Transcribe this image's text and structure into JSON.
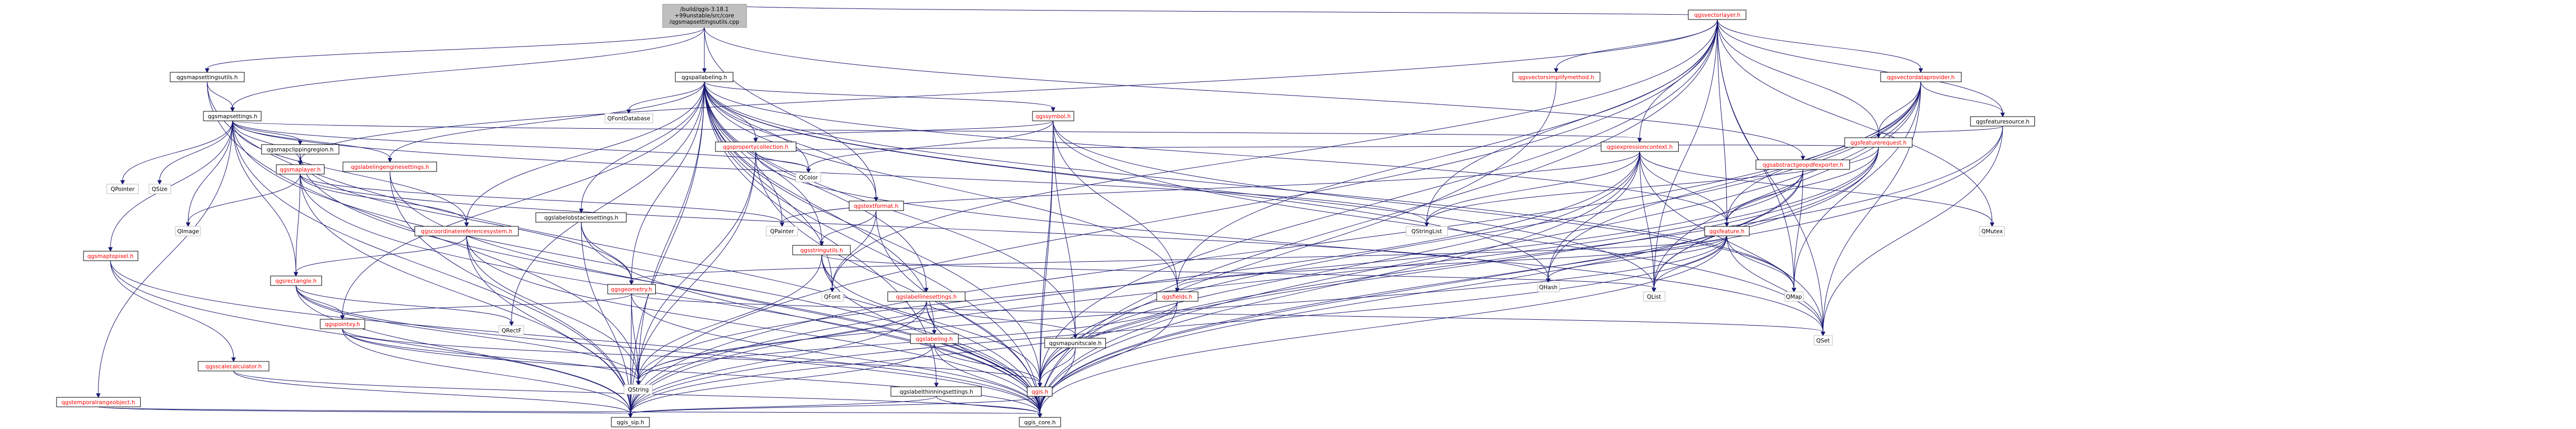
{
  "graph": {
    "title": "Include dependency graph",
    "colors": {
      "edge": "#191970",
      "node_border": "#000000",
      "node_fill": "#ffffff",
      "root_border": "#999999",
      "root_fill": "#bfbfbf",
      "doc_text": "#000000",
      "doc_text_linked": "#ff0000",
      "system_text": "#000000",
      "system_border": "#bfbfbf"
    },
    "nodes": [
      {
        "id": "root",
        "label": "/build/qgis-3.18.1+99unstable/src/core/qgsmapsettingsutils.cpp",
        "lines": [
          "/build/qgis-3.18.1",
          "+99unstable/src/core",
          "/qgsmapsettingsutils.cpp"
        ],
        "kind": "root"
      },
      {
        "id": "qgsmapsettingsutils",
        "label": "qgsmapsettingsutils.h",
        "kind": "doc"
      },
      {
        "id": "qgsmapsettings",
        "label": "qgsmapsettings.h",
        "kind": "doc"
      },
      {
        "id": "qgspallabeling",
        "label": "qgspallabeling.h",
        "kind": "doc"
      },
      {
        "id": "qgstextformat",
        "label": "qgstextformat.h",
        "kind": "doc-red"
      },
      {
        "id": "qgsvectorlayer",
        "label": "qgsvectorlayer.h",
        "kind": "doc-red"
      },
      {
        "id": "qgsabstractgeopdfexporter",
        "label": "qgsabstractgeopdfexporter.h",
        "kind": "doc-red"
      },
      {
        "id": "qgsvectorsimplifymethod",
        "label": "qgsvectorsimplifymethod.h",
        "kind": "doc-red"
      },
      {
        "id": "qgsvectordataprovider",
        "label": "qgsvectordataprovider.h",
        "kind": "doc-red"
      },
      {
        "id": "qgsfeaturesource",
        "label": "qgsfeaturesource.h",
        "kind": "doc"
      },
      {
        "id": "qgsfeaturerequest",
        "label": "qgsfeaturerequest.h",
        "kind": "doc-red"
      },
      {
        "id": "qgsexpressioncontext",
        "label": "qgsexpressioncontext.h",
        "kind": "doc-red"
      },
      {
        "id": "qgsfeature",
        "label": "qgsfeature.h",
        "kind": "doc-red"
      },
      {
        "id": "qgssymbol",
        "label": "qgssymbol.h",
        "kind": "doc-red"
      },
      {
        "id": "qgspropertycollection",
        "label": "qgspropertycollection.h",
        "kind": "doc-red"
      },
      {
        "id": "qgslabelobstaclesettings",
        "label": "qgslabelobstaclesettings.h",
        "kind": "doc"
      },
      {
        "id": "qgsstringutils",
        "label": "qgsstringutils.h",
        "kind": "doc-red"
      },
      {
        "id": "qgslabellinesettings",
        "label": "qgslabellinesettings.h",
        "kind": "doc-red"
      },
      {
        "id": "qgslabeling",
        "label": "qgslabeling.h",
        "kind": "doc-red"
      },
      {
        "id": "qgsmapunitscale",
        "label": "qgsmapunitscale.h",
        "kind": "doc"
      },
      {
        "id": "qgslabelthinningsettings",
        "label": "qgslabelthinningsettings.h",
        "kind": "doc"
      },
      {
        "id": "qgsfields",
        "label": "qgsfields.h",
        "kind": "doc-red"
      },
      {
        "id": "qgsgeometry",
        "label": "qgsgeometry.h",
        "kind": "doc-red"
      },
      {
        "id": "qgspointxy",
        "label": "qgspointxy.h",
        "kind": "doc-red"
      },
      {
        "id": "qgsrectangle",
        "label": "qgsrectangle.h",
        "kind": "doc-red"
      },
      {
        "id": "qgscoordinatereferencesystem",
        "label": "qgscoordinatereferencesystem.h",
        "kind": "doc-red"
      },
      {
        "id": "qgsmapclippingregion",
        "label": "qgsmapclippingregion.h",
        "kind": "doc"
      },
      {
        "id": "qgsmaplayer",
        "label": "qgsmaplayer.h",
        "kind": "doc-red"
      },
      {
        "id": "qgslabelingenginesettings",
        "label": "qgslabelingenginesettings.h",
        "kind": "doc-red"
      },
      {
        "id": "qgsmaptopixel",
        "label": "qgsmaptopixel.h",
        "kind": "doc-red"
      },
      {
        "id": "qgsscalecalculator",
        "label": "qgsscalecalculator.h",
        "kind": "doc-red"
      },
      {
        "id": "qgstemporalrangeobject",
        "label": "qgstemporalrangeobject.h",
        "kind": "doc-red"
      },
      {
        "id": "qgis",
        "label": "qgis.h",
        "kind": "doc-red"
      },
      {
        "id": "qgis_core",
        "label": "qgis_core.h",
        "kind": "doc"
      },
      {
        "id": "qgis_sip",
        "label": "qgis_sip.h",
        "kind": "doc"
      },
      {
        "id": "QFontDatabase",
        "label": "QFontDatabase",
        "kind": "sys"
      },
      {
        "id": "QColor",
        "label": "QColor",
        "kind": "sys"
      },
      {
        "id": "QPainter",
        "label": "QPainter",
        "kind": "sys"
      },
      {
        "id": "QPointer",
        "label": "QPointer",
        "kind": "sys"
      },
      {
        "id": "QSize",
        "label": "QSize",
        "kind": "sys"
      },
      {
        "id": "QImage",
        "label": "QImage",
        "kind": "sys"
      },
      {
        "id": "QStringList",
        "label": "QStringList",
        "kind": "sys"
      },
      {
        "id": "QMutex",
        "label": "QMutex",
        "kind": "sys"
      },
      {
        "id": "QHash",
        "label": "QHash",
        "kind": "sys"
      },
      {
        "id": "QList",
        "label": "QList",
        "kind": "sys"
      },
      {
        "id": "QMap",
        "label": "QMap",
        "kind": "sys"
      },
      {
        "id": "QSet",
        "label": "QSet",
        "kind": "sys"
      },
      {
        "id": "QFont",
        "label": "QFont",
        "kind": "sys"
      },
      {
        "id": "QRectF",
        "label": "QRectF",
        "kind": "sys"
      },
      {
        "id": "QString",
        "label": "QString",
        "kind": "sys"
      }
    ],
    "edges": [
      [
        "root",
        "qgsmapsettingsutils"
      ],
      [
        "root",
        "qgsmapsettings"
      ],
      [
        "root",
        "qgspallabeling"
      ],
      [
        "root",
        "qgstextformat"
      ],
      [
        "root",
        "qgsvectorlayer"
      ],
      [
        "root",
        "qgsabstractgeopdfexporter"
      ],
      [
        "qgsmapsettingsutils",
        "qgsmapsettings"
      ],
      [
        "qgsmapsettingsutils",
        "qgis_core"
      ],
      [
        "qgsmapsettingsutils",
        "QString"
      ],
      [
        "qgsmapsettings",
        "QPointer"
      ],
      [
        "qgsmapsettings",
        "QSize"
      ],
      [
        "qgsmapsettings",
        "QImage"
      ],
      [
        "qgsmapsettings",
        "QColor"
      ],
      [
        "qgsmapsettings",
        "qgsmapclippingregion"
      ],
      [
        "qgsmapsettings",
        "qgsmaplayer"
      ],
      [
        "qgsmapsettings",
        "qgslabelingenginesettings"
      ],
      [
        "qgsmapsettings",
        "qgsmaptopixel"
      ],
      [
        "qgsmapsettings",
        "qgscoordinatereferencesystem"
      ],
      [
        "qgsmapsettings",
        "qgsrectangle"
      ],
      [
        "qgsmapsettings",
        "qgstemporalrangeobject"
      ],
      [
        "qgsmapsettings",
        "qgsexpressioncontext"
      ],
      [
        "qgsmapsettings",
        "qgis_core"
      ],
      [
        "qgsmapsettings",
        "qgis_sip"
      ],
      [
        "qgsmapsettings",
        "QStringList"
      ],
      [
        "qgsmapclippingregion",
        "qgsmaplayer"
      ],
      [
        "qgsmapclippingregion",
        "qgsgeometry"
      ],
      [
        "qgsmapclippingregion",
        "qgis_core"
      ],
      [
        "qgsmaplayer",
        "QImage"
      ],
      [
        "qgsmaplayer",
        "QPainter"
      ],
      [
        "qgsmaplayer",
        "qgsrectangle"
      ],
      [
        "qgsmaplayer",
        "qgscoordinatereferencesystem"
      ],
      [
        "qgsmaplayer",
        "qgis_core"
      ],
      [
        "qgsmaplayer",
        "qgis_sip"
      ],
      [
        "qgsmaplayer",
        "QHash"
      ],
      [
        "qgslabelingenginesettings",
        "qgis_core"
      ],
      [
        "qgslabelingenginesettings",
        "qgis_sip"
      ],
      [
        "qgsmaptopixel",
        "qgsscalecalculator"
      ],
      [
        "qgsmaptopixel",
        "qgis_core"
      ],
      [
        "qgsmaptopixel",
        "qgis_sip"
      ],
      [
        "qgsscalecalculator",
        "qgis_core"
      ],
      [
        "qgsscalecalculator",
        "qgis_sip"
      ],
      [
        "qgstemporalrangeobject",
        "qgis_core"
      ],
      [
        "qgstemporalrangeobject",
        "qgis_sip"
      ],
      [
        "qgscoordinatereferencesystem",
        "qgsrectangle"
      ],
      [
        "qgscoordinatereferencesystem",
        "qgis_core"
      ],
      [
        "qgscoordinatereferencesystem",
        "qgis_sip"
      ],
      [
        "qgscoordinatereferencesystem",
        "QString"
      ],
      [
        "qgsrectangle",
        "qgspointxy"
      ],
      [
        "qgsrectangle",
        "QRectF"
      ],
      [
        "qgsrectangle",
        "qgis_core"
      ],
      [
        "qgsrectangle",
        "qgis_sip"
      ],
      [
        "qgsrectangle",
        "QString"
      ],
      [
        "qgspointxy",
        "qgis_core"
      ],
      [
        "qgspointxy",
        "qgis_sip"
      ],
      [
        "qgspointxy",
        "QString"
      ],
      [
        "qgspointxy",
        "qgis"
      ],
      [
        "qgspallabeling",
        "QFontDatabase"
      ],
      [
        "qgspallabeling",
        "QColor"
      ],
      [
        "qgspallabeling",
        "QPainter"
      ],
      [
        "qgspallabeling",
        "qgspropertycollection"
      ],
      [
        "qgspallabeling",
        "qgssymbol"
      ],
      [
        "qgspallabeling",
        "qgstextformat"
      ],
      [
        "qgspallabeling",
        "qgslabelobstaclesettings"
      ],
      [
        "qgspallabeling",
        "qgsstringutils"
      ],
      [
        "qgspallabeling",
        "qgslabellinesettings"
      ],
      [
        "qgspallabeling",
        "qgslabelthinningsettings"
      ],
      [
        "qgspallabeling",
        "qgslabeling"
      ],
      [
        "qgspallabeling",
        "qgsgeometry"
      ],
      [
        "qgspallabeling",
        "qgsmapunitscale"
      ],
      [
        "qgspallabeling",
        "qgsfields"
      ],
      [
        "qgspallabeling",
        "qgsfeature"
      ],
      [
        "qgspallabeling",
        "qgslabelingenginesettings"
      ],
      [
        "qgspallabeling",
        "QFont"
      ],
      [
        "qgspallabeling",
        "QRectF"
      ],
      [
        "qgspallabeling",
        "QHash"
      ],
      [
        "qgspallabeling",
        "QList"
      ],
      [
        "qgspallabeling",
        "QMap"
      ],
      [
        "qgspallabeling",
        "qgis_core"
      ],
      [
        "qgspallabeling",
        "qgis_sip"
      ],
      [
        "qgspallabeling",
        "QString"
      ],
      [
        "qgspallabeling",
        "qgspointxy"
      ],
      [
        "qgspallabeling",
        "qgscoordinatereferencesystem"
      ],
      [
        "qgspallabeling",
        "qgis"
      ],
      [
        "qgssymbol",
        "qgspropertycollection"
      ],
      [
        "qgssymbol",
        "QColor"
      ],
      [
        "qgssymbol",
        "qgsmapunitscale"
      ],
      [
        "qgssymbol",
        "qgsfields"
      ],
      [
        "qgssymbol",
        "qgis_core"
      ],
      [
        "qgssymbol",
        "qgis"
      ],
      [
        "qgssymbol",
        "QSet"
      ],
      [
        "qgssymbol",
        "QMap"
      ],
      [
        "qgspropertycollection",
        "qgsexpressioncontext"
      ],
      [
        "qgspropertycollection",
        "QColor"
      ],
      [
        "qgspropertycollection",
        "qgis_core"
      ],
      [
        "qgspropertycollection",
        "qgis_sip"
      ],
      [
        "qgspropertycollection",
        "QString"
      ],
      [
        "qgspropertycollection",
        "QSet"
      ],
      [
        "qgstextformat",
        "qgsstringutils"
      ],
      [
        "qgstextformat",
        "qgis_core"
      ],
      [
        "qgstextformat",
        "QFont"
      ],
      [
        "qgslabelobstaclesettings",
        "qgsgeometry"
      ],
      [
        "qgslabelobstaclesettings",
        "qgis_core"
      ],
      [
        "qgslabelobstaclesettings",
        "qgis_sip"
      ],
      [
        "qgsstringutils",
        "QString"
      ],
      [
        "qgsstringutils",
        "QFont"
      ],
      [
        "qgsstringutils",
        "QList"
      ],
      [
        "qgsstringutils",
        "qgis_core"
      ],
      [
        "qgsstringutils",
        "qgis"
      ],
      [
        "qgslabellinesettings",
        "qgslabeling"
      ],
      [
        "qgslabellinesettings",
        "qgsmapunitscale"
      ],
      [
        "qgslabellinesettings",
        "qgis_core"
      ],
      [
        "qgslabellinesettings",
        "qgis_sip"
      ],
      [
        "qgslabellinesettings",
        "QString"
      ],
      [
        "qgslabeling",
        "qgis"
      ],
      [
        "qgslabeling",
        "qgis_core"
      ],
      [
        "qgslabeling",
        "qgis_sip"
      ],
      [
        "qgsmapunitscale",
        "qgis_core"
      ],
      [
        "qgsmapunitscale",
        "qgis"
      ],
      [
        "qgslabelthinningsettings",
        "qgis_core"
      ],
      [
        "qgslabelthinningsettings",
        "qgis_sip"
      ],
      [
        "qgsgeometry",
        "qgspointxy"
      ],
      [
        "qgsgeometry",
        "qgis_core"
      ],
      [
        "qgsgeometry",
        "qgis_sip"
      ],
      [
        "qgsgeometry",
        "QString"
      ],
      [
        "qgsgeometry",
        "QSet"
      ],
      [
        "qgsfields",
        "qgis_core"
      ],
      [
        "qgsfields",
        "qgis_sip"
      ],
      [
        "qgsfields",
        "QString"
      ],
      [
        "qgsfeature",
        "qgsfields"
      ],
      [
        "qgsfeature",
        "qgsgeometry"
      ],
      [
        "qgsfeature",
        "QMap"
      ],
      [
        "qgsfeature",
        "QList"
      ],
      [
        "qgsfeature",
        "QHash"
      ],
      [
        "qgsfeature",
        "QSet"
      ],
      [
        "qgsfeature",
        "qgis_core"
      ],
      [
        "qgsfeature",
        "qgis_sip"
      ],
      [
        "qgsfeature",
        "QString"
      ],
      [
        "qgsexpressioncontext",
        "QStringList"
      ],
      [
        "qgsexpressioncontext",
        "QPainter"
      ],
      [
        "qgsexpressioncontext",
        "qgsfeature"
      ],
      [
        "qgsexpressioncontext",
        "QHash"
      ],
      [
        "qgsexpressioncontext",
        "QList"
      ],
      [
        "qgsexpressioncontext",
        "QSet"
      ],
      [
        "qgsexpressioncontext",
        "QMutex"
      ],
      [
        "qgsexpressioncontext",
        "qgis_core"
      ],
      [
        "qgsexpressioncontext",
        "qgis_sip"
      ],
      [
        "qgsexpressioncontext",
        "qgis"
      ],
      [
        "qgsabstractgeopdfexporter",
        "QList"
      ],
      [
        "qgsabstractgeopdfexporter",
        "QString"
      ],
      [
        "qgsabstractgeopdfexporter",
        "qgsfeature"
      ],
      [
        "qgsabstractgeopdfexporter",
        "qgis_core"
      ],
      [
        "qgsabstractgeopdfexporter",
        "QMap"
      ],
      [
        "qgsvectorlayer",
        "qgsvectorsimplifymethod"
      ],
      [
        "qgsvectorlayer",
        "qgsvectordataprovider"
      ],
      [
        "qgsvectorlayer",
        "qgsfeaturesource"
      ],
      [
        "qgsvectorlayer",
        "qgsfeaturerequest"
      ],
      [
        "qgsvectorlayer",
        "qgsexpressioncontext"
      ],
      [
        "qgsvectorlayer",
        "qgsfeature"
      ],
      [
        "qgsvectorlayer",
        "qgsfields"
      ],
      [
        "qgsvectorlayer",
        "qgsmaplayer"
      ],
      [
        "qgsvectorlayer",
        "QStringList"
      ],
      [
        "qgsvectorlayer",
        "QMutex"
      ],
      [
        "qgsvectorlayer",
        "QList"
      ],
      [
        "qgsvectorlayer",
        "QMap"
      ],
      [
        "qgsvectorlayer",
        "QSet"
      ],
      [
        "qgsvectorlayer",
        "QFont"
      ],
      [
        "qgsvectorlayer",
        "qgis_core"
      ],
      [
        "qgsvectorlayer",
        "qgis_sip"
      ],
      [
        "qgsvectorlayer",
        "qgis"
      ],
      [
        "qgsvectorsimplifymethod",
        "qgis_core"
      ],
      [
        "qgsvectordataprovider",
        "qgsfeaturesource"
      ],
      [
        "qgsvectordataprovider",
        "qgsfeaturerequest"
      ],
      [
        "qgsvectordataprovider",
        "qgsfeature"
      ],
      [
        "qgsvectordataprovider",
        "QSet"
      ],
      [
        "qgsvectordataprovider",
        "QMap"
      ],
      [
        "qgsvectordataprovider",
        "QList"
      ],
      [
        "qgsvectordataprovider",
        "QHash"
      ],
      [
        "qgsvectordataprovider",
        "qgis_core"
      ],
      [
        "qgsvectordataprovider",
        "qgis_sip"
      ],
      [
        "qgsvectordataprovider",
        "qgis"
      ],
      [
        "qgsfeaturesource",
        "qgsfeaturerequest"
      ],
      [
        "qgsfeaturesource",
        "qgis_core"
      ],
      [
        "qgsfeaturesource",
        "qgis"
      ],
      [
        "qgsfeaturesource",
        "QSet"
      ],
      [
        "qgsfeaturerequest",
        "qgsexpressioncontext"
      ],
      [
        "qgsfeaturerequest",
        "qgsfeature"
      ],
      [
        "qgsfeaturerequest",
        "QList"
      ],
      [
        "qgsfeaturerequest",
        "qgis_core"
      ],
      [
        "qgsfeaturerequest",
        "qgis_sip"
      ],
      [
        "qgsfeaturerequest",
        "QStringList"
      ],
      [
        "qgsfeaturerequest",
        "qgis"
      ],
      [
        "qgis",
        "qgis_core"
      ],
      [
        "qgis",
        "qgis_sip"
      ]
    ]
  }
}
